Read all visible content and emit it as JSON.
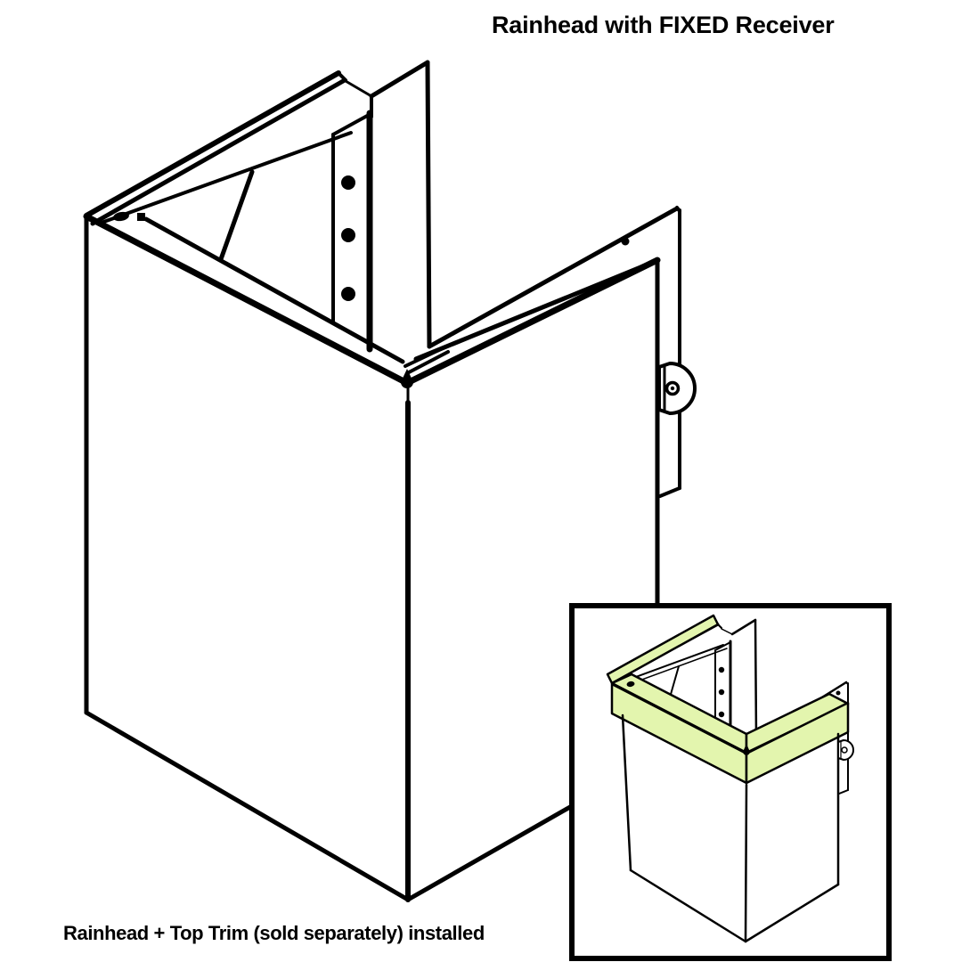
{
  "page": {
    "background_color": "#ffffff"
  },
  "header": {
    "title": "Rainhead with FIXED Receiver"
  },
  "main_figure": {
    "name": "rainhead-fixed-receiver-isometric-drawing",
    "line_color": "#000000",
    "fill_color": "#ffffff",
    "screw_hole_count": 3
  },
  "inset_figure": {
    "caption": "Rainhead + Top Trim (sold separately) installed",
    "border_color": "#000000",
    "line_color": "#000000",
    "fill_color": "#ffffff",
    "highlight_color": "#e3f5ae"
  }
}
